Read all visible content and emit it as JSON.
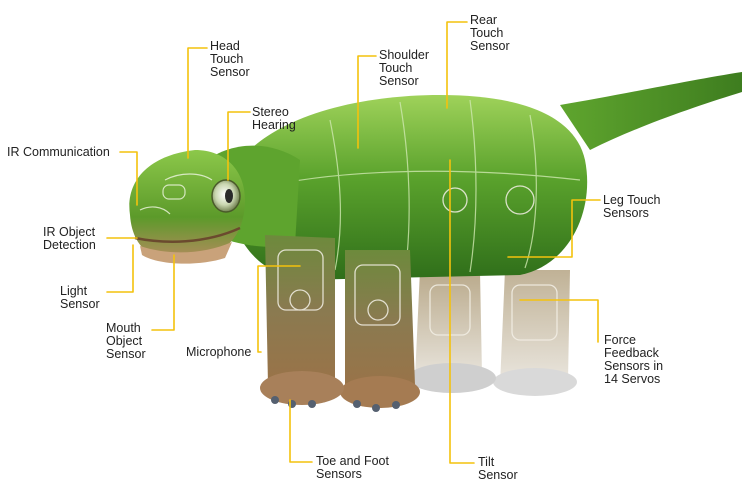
{
  "diagram": {
    "subject": "robot dinosaur sensor locations",
    "leader_color": "#f4c20d",
    "labels": {
      "head_touch": "Head\nTouch\nSensor",
      "stereo_hearing": "Stereo\nHearing",
      "ir_communication": "IR Communication",
      "ir_object_detection": "IR Object\nDetection",
      "light_sensor": "Light\nSensor",
      "mouth_object_sensor": "Mouth\nObject\nSensor",
      "microphone": "Microphone",
      "shoulder_touch": "Shoulder\nTouch\nSensor",
      "rear_touch": "Rear\nTouch\nSensor",
      "leg_touch": "Leg Touch\nSensors",
      "force_feedback": "Force\nFeedback\nSensors in\n14 Servos",
      "toe_foot": "Toe and Foot\nSensors",
      "tilt": "Tilt\nSensor"
    }
  }
}
